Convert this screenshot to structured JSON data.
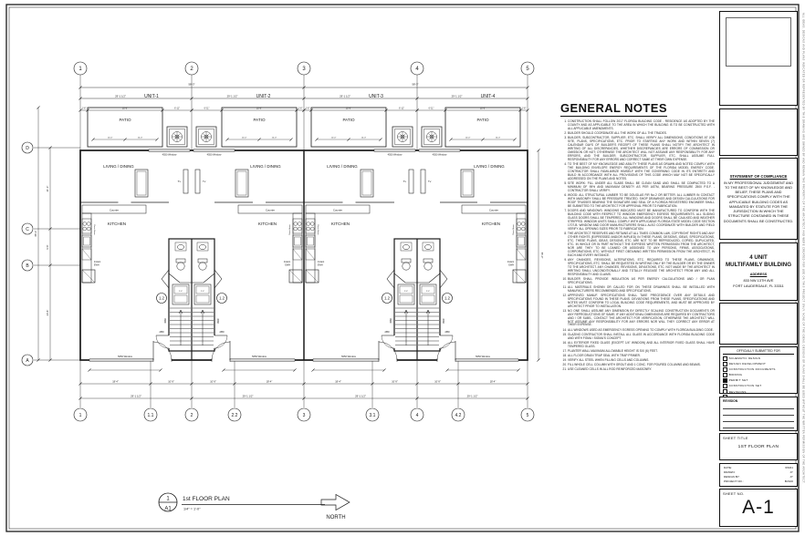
{
  "colors": {
    "ink": "#1b1b1b",
    "window_fill": "#d4d4d4"
  },
  "general_notes": {
    "title": "GENERAL NOTES",
    "notes": [
      "CONSTRUCTION SHALL FOLLOW 2017 FLORIDA BUILDING CODE - RESIDENCE AS ADOPTED BY THE COUNTY AND AS APPLICABLE TO THE AREA IN WHICH THE BUILDING IS TO BE CONSTRUCTED WITH ALL APPLICABLE AMENDMENTS.",
      "BUILDER SHOULD COORDINATE ALL THE WORK OF ALL THE TRADES.",
      "BUILDER, SUBCONTRACTOR, SUPPLIER, ETC. SHALL VERIFY ALL DIMENSIONS, CONDITIONS AT JOB SITE, PLANS, SPECIFICATIONS, ETC. PRIOR TO STARTING ANY WORK AND WITHIN SEVEN (7) CALENDAR DAYS OF BUILDER'S RECEIPT OF THESE PLANS SHALL NOTIFY THE ARCHITECT IN WRITING OF ALL DISCREPANCIES, WHETHER DISCREPANCIES ARE ERRORS OF COMMISSION OR OMISSION OR NOT; OTHERWISE THE ARCHITECT WILL NOT ASSUME ANY RESPONSIBILITY FOR ANY ERRORS, AND THE BUILDER, SUBCONTRACTOR, SUPPLIER, ETC. SHALL ASSUME FULL RESPONSIBILITY FOR ANY ERRORS AND CORRECT SAME AT THEIR OWN EXPENSE.",
      "TO THE BEST OF MY KNOWLEDGE AND ABILITY THESE PLANS AS DRAWN AND NOTED COMPLY WITH THE BUILDING ENVELOPE ENERGY REQUIREMENTS OF THE FLORIDA MODEL ENERGY CODE. CONTRACTOR SHALL FAMILIARIZE HIMSELF WITH THE GOVERNING CODE IN ITS ENTIRETY AND BUILD IN ACCORDANCE WITH ALL PROVISIONS OF THIS CODE WHICH MAY NOT BE SPECIFICALLY ADDRESSED ON THE PLANS AND NOTES.",
      "SITE WORK: FILL UNDER ALL SLABS SHALL BE CLEAN SAND AND SHALL BE COMPACTED TO A MINIMUM OF 95% AND MAXIMUM DENSITY AS PER ASTM, BEARING PRESSURE 2500 P.S.F. - CONTRACTOR SHALL VERIFY.",
      "WOOD: ALL STRUCTURAL LUMBER TO BE DOUGLAS FIR No.2 OR BETTER. ALL LUMBER IN CONTACT WITH MASONRY SHALL BE PRESSURE TREATED. SHOP DRAWINGS AND DESIGN CALCULATIONS FOR ROOF TRUSSES BEARING THE SIGNATURE AND SEAL OF A FLORIDA REGISTERED ENGINEER SHALL BE SUBMITTED TO THE ARCHITECT FOR APPROVAL PRIOR TO FABRICATION.",
      "DOORS AND WINDOWS: WINDOWS INDICATED MUST BE MANUFACTURED TO CONFORM WITH THE BUILDING CODE WITH RESPECT TO WINDOW EMERGENCY EGRESS REQUIREMENTS. ALL SLIDING GLASS DOORS SHALL BE TEMPERED. ALL WINDOWS AND DOORS SHALL BE CAULKED AND WEATHER STRIPPED. WINDOW UNITS SHALL COMPLY WITH APPLICABLE FLORIDA STATE MODEL CODE SECTION 1707-B. WINDOW AND DOOR MANUFACTURERS SHALL ALSO COORDINATE WITH BUILDER AND FIELD VERIFY ALL OPENING SIZES PRIOR TO FABRICATION.",
      "THE ARCHITECT RESERVES AND RETAINS AT ALL TIMES COMMON LAW, COPYRIGHT RIGHTS AND ANY OTHER RIGHTS (EXPRESSED AND/OR IMPLIED) IN THESE PLANS, DESIGNS, IDEAS, SPECIFICATIONS, ETC. THESE PLANS, IDEAS, DESIGNS, ETC. ARE NOT TO BE REPRODUCED, COPIED, DUPLICATED, ETC. IN WHOLE OR IN PART WITHOUT THE EXPRESS WRITTEN PERMISSION FROM THE ARCHITECT, NOR ARE THEY TO BE LOANED OR ASSIGNED TO ANY PERSONS, FIRMS, ASSOCIATIONS, CORPORATIONS, ETC. WITHOUT FIRST OBTAINING WRITTEN PERMISSION FROM THE ARCHITECT, IN EACH AND EVERY INSTANCE.",
      "ANY CHANGES, REVISIONS, ALTERATIONS, ETC. REQUIRED TO THESE PLANS, DRAWINGS, SPECIFICATIONS, ETC. SHALL BE REQUESTED IN WRITING ONLY BY THE BUILDER OR BY THE OWNER TO THE ARCHITECT. ANY CHANGES, REVISIONS, DEVIATIONS, ETC. NOT MADE BY THE ARCHITECT IN WRITING SHALL UNCONDITIONALLY AND TOTALLY RELEASE THE ARCHITECT FROM ANY AND ALL RESPONSIBILITY AND CLAIMS.",
      "BUILDER SHALL PROVIDE INSULATION AS PER ENERGY CALCULATIONS AND / OR PLAN SPECIFICATIONS.",
      "ALL MATERIALS SHOWN OR CALLED FOR ON THESE DRAWINGS SHALL BE INSTALLED WITH MANUFACTURERS RECOMMENDED AND SPECIFICATIONS.",
      "APPROVED MANUF. SPECIFICATIONS SHALL TAKE PRECEDENCE OVER ANY DETAILS AND SPECIFICATIONS FOUND IN THESE PLANS. DEVIATIONS FROM THESE PLANS, SPECIFICATIONS AND NOTES MUST CONFORM TO LOCAL BUILDING CODE REQUIREMENTS, AND MUST BE APPROVED BY ARCHITECT PRIOR TO INSTALLATION.",
      "NO ONE SHALL ASSUME ANY DIMENSION BY DIRECTLY SCALING CONSTRUCTION DOCUMENTS OR ANY REPRODUCTIONS OF SAME; IF ANY ADDITIONAL DIMENSIONS ARE REQUIRED BY CONTRACTORS AND / OR SUBS., CONTACT THE ARCHITECT FOR VERIFICATION; OTHERWISE THE ARCHITECT WILL NOT ASSUME ANY RESPONSIBILITY FOR ANY ERRORS NOR WILL THEY CORRECT ANY ERROR AT THEIR EXPENSE.",
      "ALL WINDOWS USED AS EMERGENCY EGRESS OPENING TO COMPLY WITH FLORIDA BUILDING CODE.",
      "GLAZING CONTRACTOR SHALL INSTALL ALL GLASS IN ACCORDANCE WITH FLORIDA BUILDING CODE AND WITH FGMA / SIGMA'S CONCEPT.",
      "ALL EXTERIOR FIXED GLASS (EXCEPT 1/4\" WINDOW) AND ALL INTERIOR FIXED GLASS SHALL HAVE TEMPERED GLASS.",
      "PLANTER WALL MAXIMUM ALLOWABLE HEIGHT IS SIX (6) FEET.",
      "ALL FLOOR DRAIN TRAP SEAL WITH TRAP PRIMER.",
      "VERIFY ALL STEEL WHEN FILLING CELLS AND COLUMNS.",
      "FILL WHOLE CELL COLUMN WITH GROUT AND 1 CONC. FOR POURED COLUMNS AND BEAMS.",
      "USE CLEANED CELLS IN ALL ROD REINFORCED MASONRY."
    ]
  },
  "title_block": {
    "statement": {
      "title": "STATEMENT OF COMPLIANCE",
      "body": "IN MY PROFESSIONAL JUDGEMENT AND TO THE BEST OF MY KNOWLEDGE AND BELIEF, THESE PLANS AND SPECIFICATIONS COMPLY WITH THE APPLICABLE BUILDING CODES AS MANDATED BY STATUTE FOR THE JURISDICTION IN WHICH THE STRUCTURE CONTAINED IN THESE DOCUMENTS SHALL BE CONSTRUCTED."
    },
    "project": {
      "name_line1": "4 UNIT",
      "name_line2": "MULTIFAMILY BUILDING",
      "address_label": "ADDRESS",
      "address_line1": "833 NW 13TH AVE",
      "address_line2": "FORT LAUDERDALE, FL 33311"
    },
    "submitted_for": {
      "title": "OFFICIALLY SUBMITTED FOR",
      "options": [
        {
          "label": "SCHEMATIC DESIGN",
          "checked": false
        },
        {
          "label": "DESIGN DEVELOPMENT",
          "checked": false
        },
        {
          "label": "CONSTRUCTION DOCUMENTS",
          "checked": false
        },
        {
          "label": "BIDDING",
          "checked": false
        },
        {
          "label": "PERMIT SET",
          "checked": true
        },
        {
          "label": "CONSTRUCTION SET",
          "checked": false
        },
        {
          "label": "REVISIONS",
          "checked": false
        },
        {
          "label": "RECORD SET",
          "checked": false
        }
      ]
    },
    "revision_label": "REVISION",
    "sheet_title_label": "SHEET TITLE",
    "sheet_title": "1ST FLOOR PLAN",
    "info_rows": [
      {
        "label": "DATE:",
        "value": "6/6/21"
      },
      {
        "label": "DRAWN:",
        "value": "JY"
      },
      {
        "label": "DESIGN BY:",
        "value": "JY"
      },
      {
        "label": "PROJECT NO.:",
        "value": "BV100"
      }
    ],
    "sheet_no_label": "SHEET NO.",
    "sheet_no": "A-1",
    "edge_note": "ALL IDEAS, DESIGNS AND PLANS INDICATED OR REPRESENTED BY THIS DRAWING ARE OWNED BY AND REMAIN THE PROPERTY OF THE ARCHITECT AND WERE CREATED FOR USE ON THIS PROJECT ONLY. NONE OF THE IDEAS, DESIGNS OR PLANS SHALL BE USED WITHOUT THE WRITTEN PERMISSION OF THE ARCHITECT."
  },
  "plan": {
    "callout": {
      "detail_no": "1",
      "sheet_ref": "A1",
      "title": "1st   FLOOR PLAN",
      "scale": "1/4\" = 1'-0\""
    },
    "north_label": "NORTH",
    "grid": {
      "top": [
        "1",
        "2",
        "3",
        "4",
        "5"
      ],
      "bottom": [
        "1",
        "1.1",
        "2",
        "2.2",
        "3",
        "3.1",
        "4",
        "4.2",
        "5"
      ],
      "left": [
        "D",
        "C",
        "B",
        "A"
      ],
      "core_bubble": "1.2"
    },
    "units": [
      {
        "name": "UNIT-1",
        "width": "29'-1 1/2\""
      },
      {
        "name": "UNIT-2",
        "width": "29'-1 1/2\""
      },
      {
        "name": "UNIT-3",
        "width": "29'-1 1/2\""
      },
      {
        "name": "UNIT-4",
        "width": "29'-1 1/2\""
      }
    ],
    "rooms": {
      "patio": "PATIO",
      "living": "LIVING / DINING",
      "kitchen": "KITCHEN"
    },
    "tags": {
      "tv": "Tv",
      "counter": "Counter",
      "oven_stove": "Oven Stove",
      "instant_ewh_1": "Instant",
      "instant_ewh_2": "EWH",
      "door_int": "2868",
      "door_stair": "3068",
      "window_top": "4550 Window",
      "window_bottom": "5050 Window",
      "closet": "2'-0\""
    },
    "dims": {
      "overall_half": "58'-3\"",
      "top_secondary": [
        "1'-8\"",
        "20'-6\"",
        "6'-11\""
      ],
      "patio_half": "10'-0\"",
      "bottom_row": [
        "18'-4\"",
        "10'-9\"",
        "10'-9\"",
        "18'-4\"",
        "18'-4\"",
        "10'-9\"",
        "10'-9\"",
        "18'-4\""
      ],
      "left": [
        "21'-0\"",
        "9'-6\"",
        "24'-6\""
      ],
      "left_overall": "66'-3\"",
      "right_overall": "55'-0\""
    }
  }
}
